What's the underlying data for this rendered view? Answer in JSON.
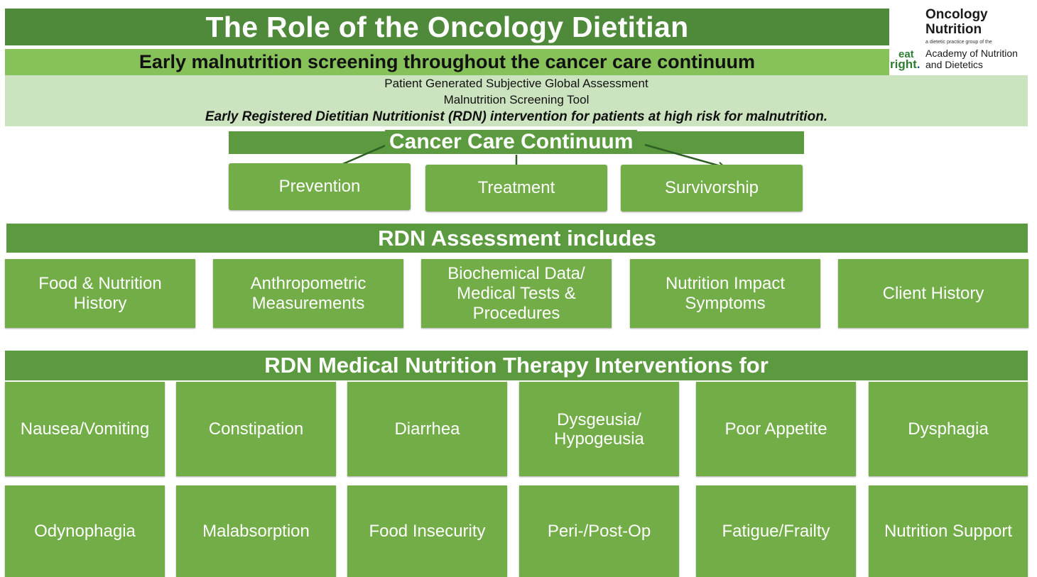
{
  "title": "The Role of the Oncology Dietitian",
  "logo": {
    "title_line1": "Oncology",
    "title_line2": "Nutrition",
    "tagline": "a dietetic practice group of the",
    "academy_line1": "Academy of Nutrition",
    "academy_line2": "and Dietetics",
    "mark_eat": "eat",
    "mark_right": "right",
    "mark_dot": "."
  },
  "screening": {
    "heading": "Early malnutrition screening throughout the cancer care continuum",
    "line1": "Patient Generated Subjective Global Assessment",
    "line2": "Malnutrition Screening Tool",
    "line3": "Early Registered Dietitian Nutritionist (RDN) intervention for patients at high risk for malnutrition."
  },
  "continuum": {
    "heading": "Cancer Care Continuum",
    "stages": [
      "Prevention",
      "Treatment",
      "Survivorship"
    ]
  },
  "assessment": {
    "heading": "RDN Assessment includes",
    "items": [
      {
        "line1": "Food & Nutrition",
        "line2": "History",
        "line3": ""
      },
      {
        "line1": "Anthropometric",
        "line2": "Measurements",
        "line3": ""
      },
      {
        "line1": "Biochemical Data/",
        "line2": "Medical Tests &",
        "line3": "Procedures"
      },
      {
        "line1": "Nutrition Impact",
        "line2": "Symptoms",
        "line3": ""
      },
      {
        "line1": "Client History",
        "line2": "",
        "line3": ""
      }
    ]
  },
  "interventions": {
    "heading": "RDN Medical Nutrition Therapy Interventions for",
    "row1": [
      {
        "line1": "Nausea/Vomiting",
        "line2": ""
      },
      {
        "line1": "Constipation",
        "line2": ""
      },
      {
        "line1": "Diarrhea",
        "line2": ""
      },
      {
        "line1": "Dysgeusia/",
        "line2": "Hypogeusia"
      },
      {
        "line1": "Poor Appetite",
        "line2": ""
      },
      {
        "line1": "Dysphagia",
        "line2": ""
      }
    ],
    "row2": [
      {
        "line1": "Odynophagia",
        "line2": ""
      },
      {
        "line1": "Malabsorption",
        "line2": ""
      },
      {
        "line1": "Food Insecurity",
        "line2": ""
      },
      {
        "line1": "Peri-/Post-Op",
        "line2": ""
      },
      {
        "line1": "Fatigue/Frailty",
        "line2": ""
      },
      {
        "line1": "Nutrition Support",
        "line2": ""
      }
    ]
  },
  "colors": {
    "dark_green": "#4f8a3a",
    "medium_green": "#5b9a3e",
    "box_green": "#72ad48",
    "light_green": "#86c15a",
    "pale_green": "#cce3bf"
  }
}
